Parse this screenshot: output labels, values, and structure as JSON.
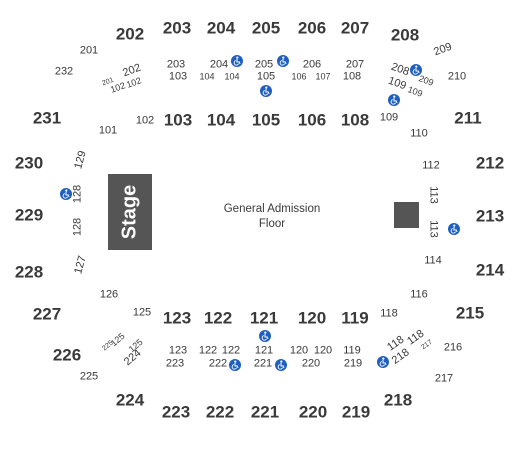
{
  "stage": {
    "label": "Stage"
  },
  "floor": {
    "line1": "General Admission",
    "line2": "Floor"
  },
  "colors": {
    "label": "#3a3a3a",
    "stage": "#555555",
    "accessible": "#1f5fbf"
  },
  "icons": {
    "accessible": "wheelchair-icon"
  },
  "outer_sections": [
    "202",
    "203",
    "204",
    "205",
    "206",
    "207",
    "208",
    "211",
    "212",
    "213",
    "214",
    "215",
    "218",
    "219",
    "220",
    "221",
    "222",
    "223",
    "224",
    "226",
    "227",
    "228",
    "229",
    "230",
    "231"
  ],
  "labels": {
    "s202": "202",
    "s203": "203",
    "s204": "204",
    "s205": "205",
    "s206": "206",
    "s207": "207",
    "s208": "208",
    "s209": "209",
    "s210": "210",
    "s211": "211",
    "s212": "212",
    "s213": "213",
    "s214": "214",
    "s215": "215",
    "s216": "216",
    "s217": "217",
    "s218": "218",
    "s219": "219",
    "s220": "220",
    "s221": "221",
    "s222": "222",
    "s223": "223",
    "s224": "224",
    "s225": "225",
    "s226": "226",
    "s227": "227",
    "s228": "228",
    "s229": "229",
    "s230": "230",
    "s231": "231",
    "s232": "232",
    "s201": "201",
    "u203": "203",
    "u103": "103",
    "u204": "204",
    "u104a": "104",
    "u104b": "104",
    "u205": "205",
    "u105": "105",
    "u206": "206",
    "u106": "106",
    "u107": "107",
    "u207": "207",
    "u108": "108",
    "u202": "202",
    "u102a": "102",
    "u102b": "102",
    "u201": "201",
    "u208": "208",
    "u109a": "109",
    "u209": "209",
    "u109b": "109",
    "r101": "101",
    "r102": "102",
    "r103": "103",
    "r104": "104",
    "r105": "105",
    "r106": "106",
    "r108": "108",
    "r109": "109",
    "r110": "110",
    "r112": "112",
    "r113a": "113",
    "r113b": "113",
    "r114": "114",
    "r116": "116",
    "r118": "118",
    "r119": "119",
    "r120": "120",
    "r121": "121",
    "r122": "122",
    "r123": "123",
    "r125": "125",
    "r126": "126",
    "r127": "127",
    "r128a": "128",
    "r128b": "128",
    "r129": "129",
    "l123": "123",
    "l223": "223",
    "l122a": "122",
    "l122b": "122",
    "l222": "222",
    "l121": "121",
    "l221": "221",
    "l120a": "120",
    "l120b": "120",
    "l220": "220",
    "l119": "119",
    "l219": "219",
    "l118a": "118",
    "l118b": "118",
    "l218": "218",
    "l217": "217",
    "l125a": "125",
    "l125b": "125",
    "l225": "225",
    "l224": "224"
  }
}
